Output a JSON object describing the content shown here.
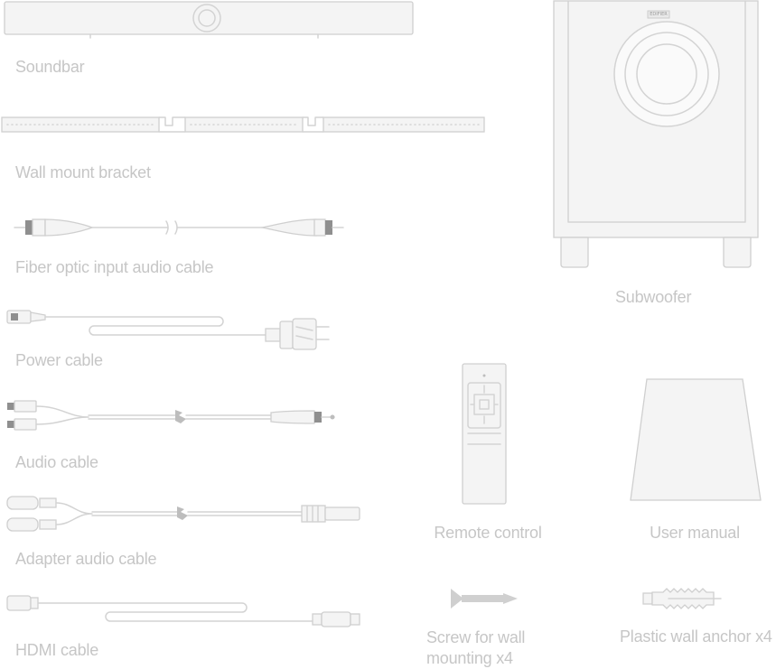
{
  "items": {
    "soundbar": {
      "label": "Soundbar",
      "icon": "soundbar-icon"
    },
    "wall_mount_bracket": {
      "label": "Wall mount bracket",
      "icon": "wall-mount-bracket-icon"
    },
    "fiber_optic_cable": {
      "label": "Fiber optic input audio cable",
      "icon": "fiber-optic-cable-icon"
    },
    "power_cable": {
      "label": "Power cable",
      "icon": "power-cable-icon"
    },
    "audio_cable": {
      "label": "Audio cable",
      "icon": "audio-cable-icon"
    },
    "adapter_audio_cable": {
      "label": "Adapter audio cable",
      "icon": "adapter-audio-cable-icon"
    },
    "hdmi_cable": {
      "label": "HDMI cable",
      "icon": "hdmi-cable-icon"
    },
    "subwoofer": {
      "label": "Subwoofer",
      "icon": "subwoofer-icon",
      "brand_badge": "EDIFIER"
    },
    "remote_control": {
      "label": "Remote control",
      "icon": "remote-control-icon"
    },
    "user_manual": {
      "label": "User manual",
      "icon": "user-manual-icon"
    },
    "screw": {
      "label_line1": "Screw for wall",
      "label_line2": "mounting x4",
      "icon": "screw-icon"
    },
    "wall_anchor": {
      "label": "Plastic wall anchor x4",
      "icon": "wall-anchor-icon"
    }
  },
  "colors": {
    "label": "#c6c6c6",
    "line": "#d3d3d3",
    "fill": "#f4f4f4"
  }
}
